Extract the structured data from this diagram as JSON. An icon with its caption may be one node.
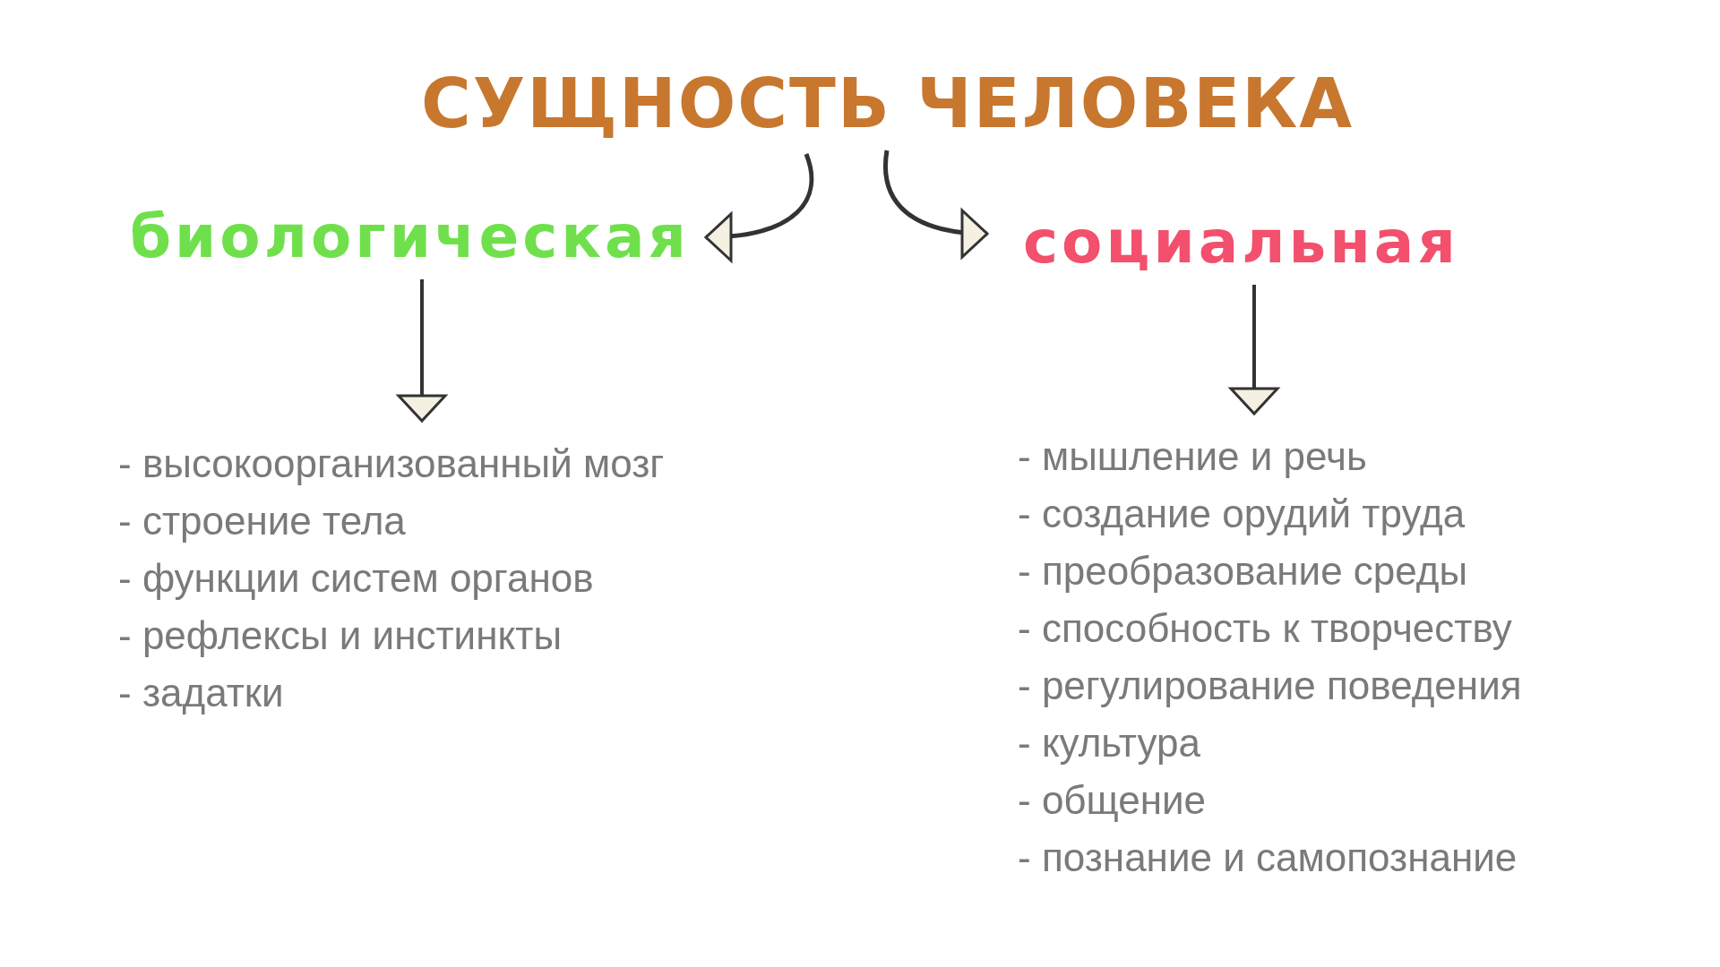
{
  "diagram": {
    "nodes": [
      {
        "text": [
          "СУЩНОСТЬ ЧЕЛОВЕКА"
        ]
      },
      {
        "text": [
          "биологическая"
        ]
      },
      {
        "text": [
          "социальная"
        ]
      },
      {
        "text": [
          "- высокоорганизованный мозг",
          "- строение тела",
          "- функции систем органов",
          "- рефлексы и инстинкты",
          "- задатки"
        ]
      },
      {
        "text": [
          "- мышление и речь",
          "- создание орудий труда",
          "- преобразование среды",
          "- способность к творчеству",
          "- регулирование поведения",
          "- культура",
          "- общение",
          "- познание и самопознание"
        ]
      }
    ],
    "edges": [
      {
        "from": 0,
        "to": 1,
        "arrow": "to"
      },
      {
        "from": 0,
        "to": 2,
        "arrow": "to"
      },
      {
        "from": 1,
        "to": 3,
        "arrow": "to"
      },
      {
        "from": 2,
        "to": 4,
        "arrow": "to"
      }
    ]
  }
}
